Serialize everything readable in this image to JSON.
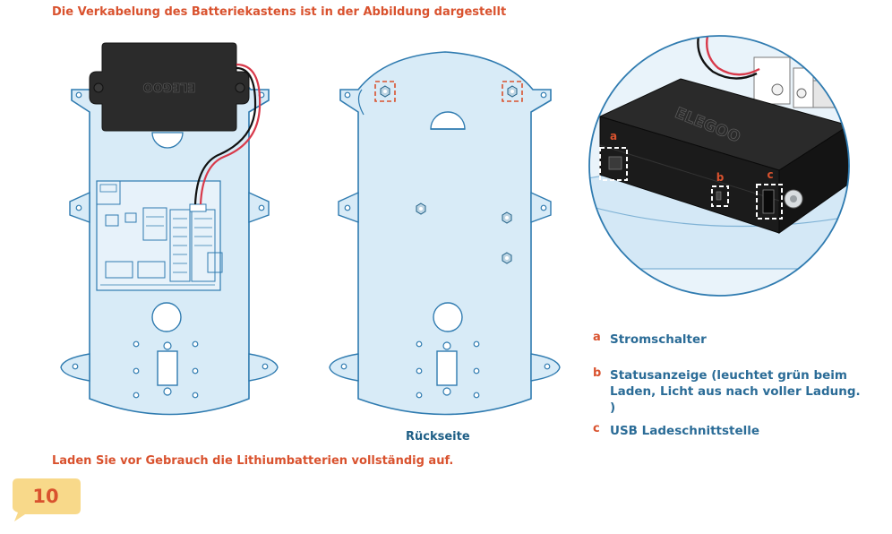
{
  "heading": "Die Verkabelung des Batteriekastens ist in der Abbildung dargestellt",
  "footer_note": "Laden Sie vor Gebrauch die Lithiumbatterien vollständig auf.",
  "back_caption": "Rückseite",
  "brand_logo": "ELEGOO",
  "page_number": "10",
  "callouts": [
    "a",
    "b",
    "c"
  ],
  "legend": [
    {
      "letter": "a",
      "text": "Stromschalter"
    },
    {
      "letter": "b",
      "text": "Statusanzeige (leuchtet grün beim Laden, Licht aus nach voller Ladung. )"
    },
    {
      "letter": "c",
      "text": "USB Ladeschnittstelle"
    }
  ],
  "colors": {
    "accent": "#d9522e",
    "text_blue": "#2b6c97",
    "plate_fill": "#d8ebf7",
    "plate_stroke": "#2f7bb0",
    "badge": "#f8d98a"
  }
}
